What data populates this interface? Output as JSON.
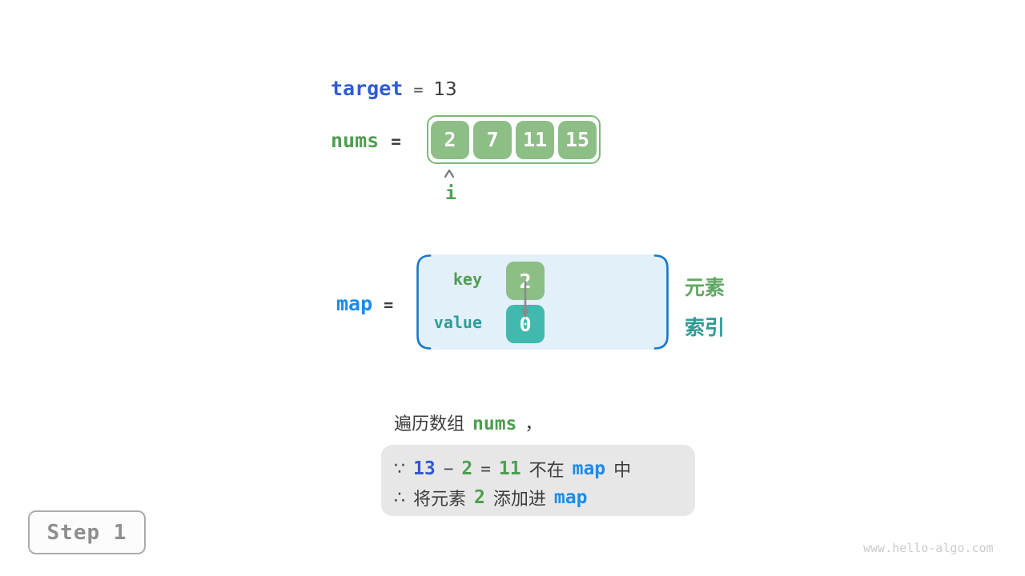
{
  "colors": {
    "royal_blue": "#2E5BD5",
    "azure_blue": "#1A8CE8",
    "green_text": "#4F9E52",
    "teal_text": "#2E9C96",
    "cell_green": "#8CBE86",
    "cell_teal": "#41B9AE",
    "array_border_green": "#7CB878",
    "map_box_fill": "#E2F0FA",
    "bracket_blue": "#1778C8",
    "conclusion_box_fill": "#E7E7E7",
    "dark_text": "#3C3C3C",
    "step_gray": "#8E8E8E",
    "watermark_gray": "#CBCBCB"
  },
  "target_line": {
    "variable": "target",
    "equals": "=",
    "value": "13"
  },
  "nums_line": {
    "variable": "nums",
    "equals": "=",
    "cells": [
      "2",
      "7",
      "11",
      "15"
    ],
    "pointer_label": "i"
  },
  "map_section": {
    "variable": "map",
    "equals": "=",
    "key_label": "key",
    "value_label": "value",
    "key_cell": "2",
    "value_cell": "0",
    "element_label": "元素",
    "index_label": "索引"
  },
  "caption_tokens": [
    {
      "text": "遍历数组",
      "style": "plain"
    },
    {
      "text": "nums",
      "style": "green"
    },
    {
      "text": "，",
      "style": "plain"
    }
  ],
  "conclusion": {
    "line1": [
      {
        "text": "∵",
        "style": "plain"
      },
      {
        "text": "13",
        "style": "royal"
      },
      {
        "text": "−",
        "style": "op"
      },
      {
        "text": "2",
        "style": "green"
      },
      {
        "text": "=",
        "style": "op"
      },
      {
        "text": "11",
        "style": "green"
      },
      {
        "text": "不在",
        "style": "plain"
      },
      {
        "text": "map",
        "style": "azure"
      },
      {
        "text": "中",
        "style": "plain"
      }
    ],
    "line2": [
      {
        "text": "∴",
        "style": "plain"
      },
      {
        "text": "将元素",
        "style": "plain"
      },
      {
        "text": "2",
        "style": "green"
      },
      {
        "text": "添加进",
        "style": "plain"
      },
      {
        "text": "map",
        "style": "azure"
      }
    ]
  },
  "step_badge": {
    "label": "Step 1"
  },
  "watermark": "www.hello-algo.com"
}
